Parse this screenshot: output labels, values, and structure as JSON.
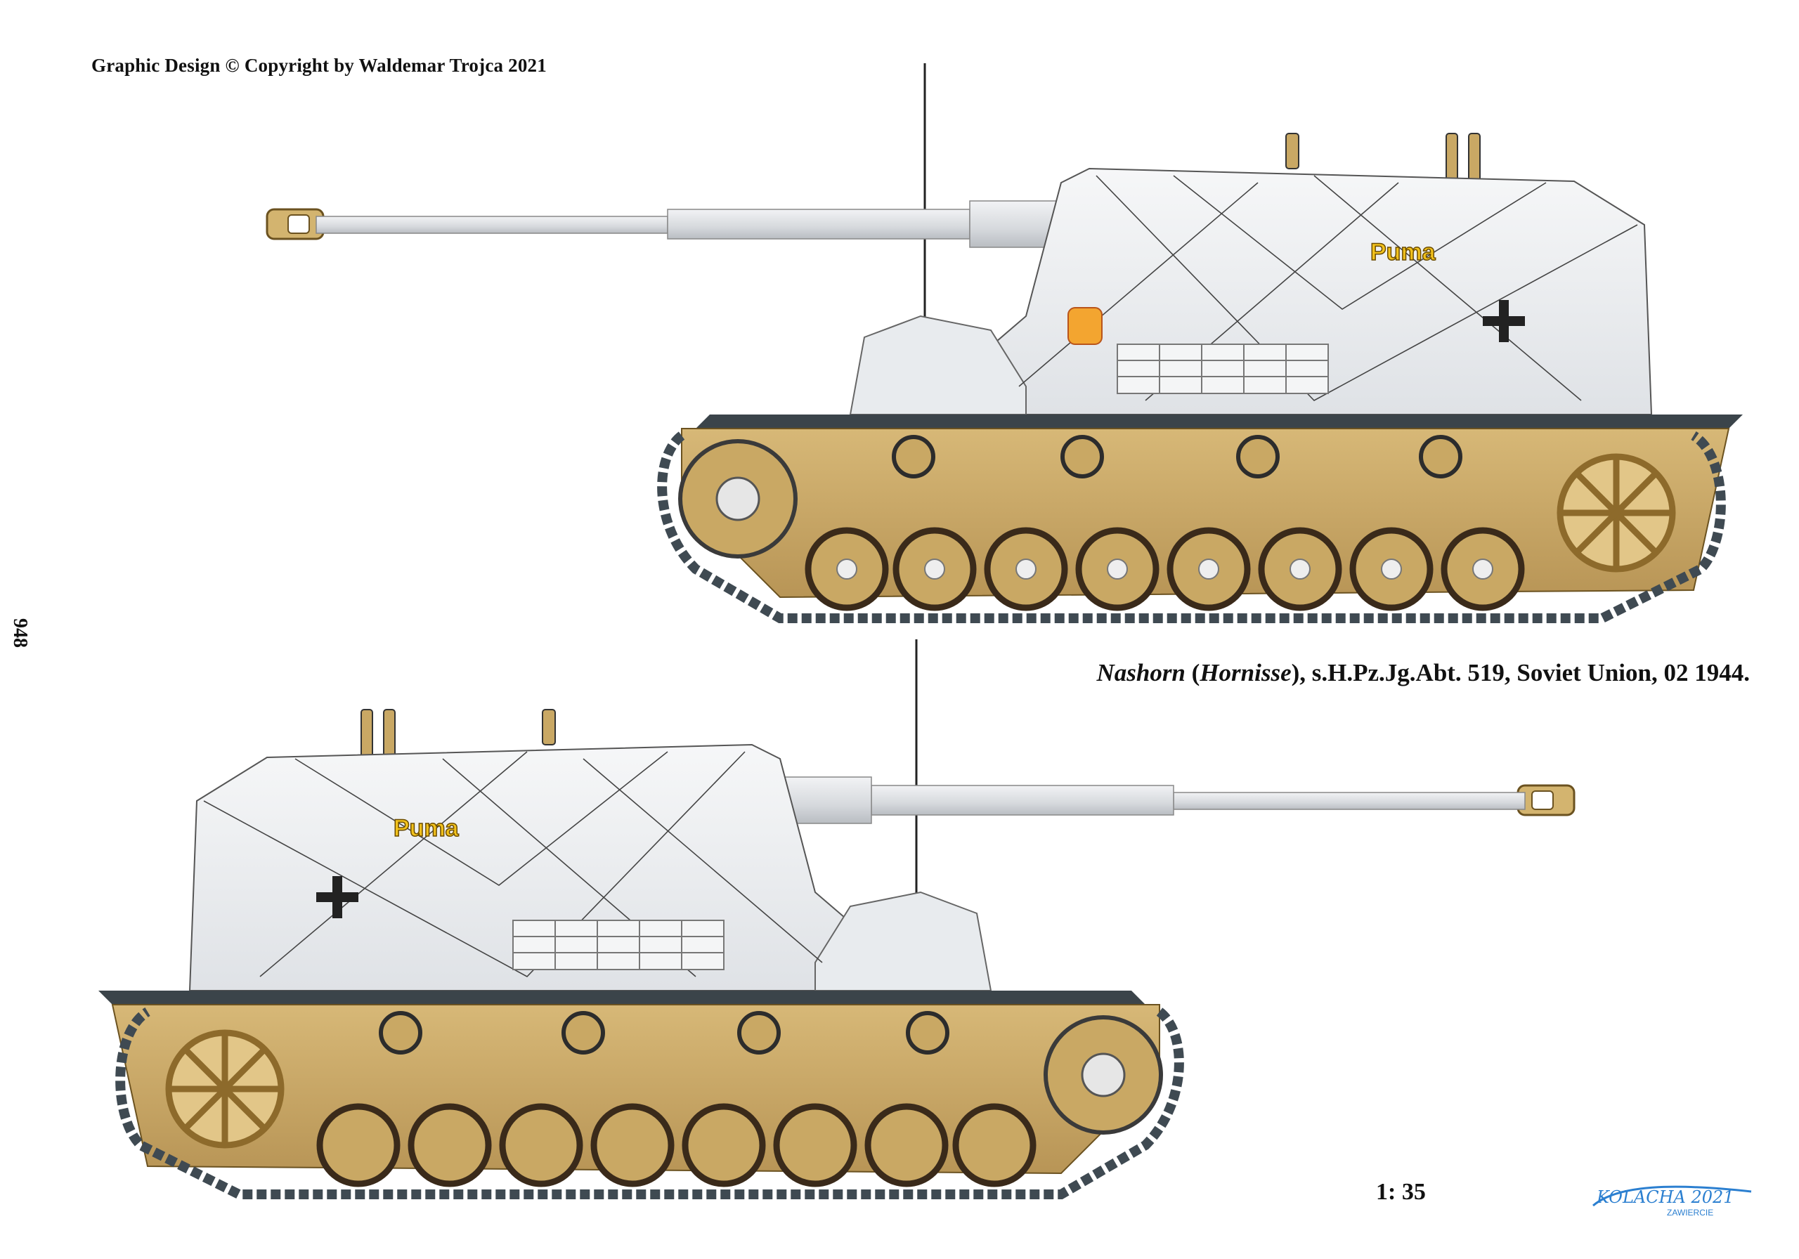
{
  "header": {
    "copyright": "Graphic Design © Copyright by Waldemar Trojca 2021"
  },
  "page_number": "948",
  "caption": {
    "name": "Nashorn",
    "open_paren": " (",
    "alt_name": "Hornisse",
    "rest": "), s.H.Pz.Jg.Abt. 519, Soviet Union, 02 1944."
  },
  "scale": "1: 35",
  "vehicle": {
    "marking": "Puma",
    "insignia": "balkenkreuz"
  },
  "logo": {
    "text": "KOLACHA 2021",
    "subtext": "ZAWIERCIE"
  },
  "colors": {
    "winter_white": "#eef0f2",
    "dunkelgelb": "#c9a864",
    "track": "#3f4a52",
    "puma_yellow": "#f2c21c"
  }
}
